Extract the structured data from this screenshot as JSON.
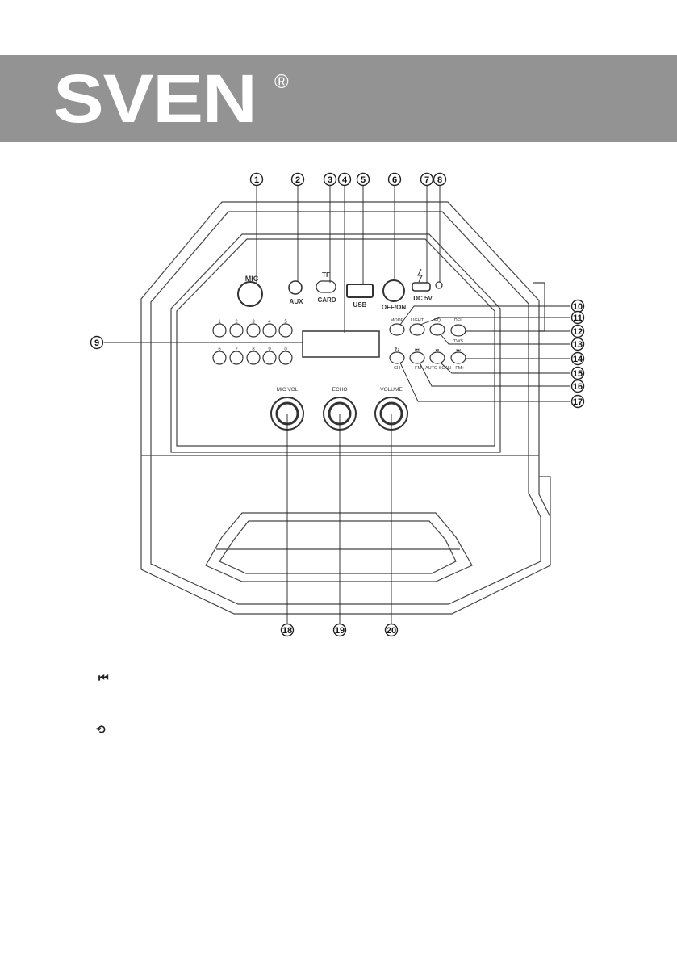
{
  "brand": {
    "name": "SVEN",
    "reg": "®"
  },
  "device": {
    "labels": {
      "mic": "MIC",
      "aux": "AUX",
      "tf": "TF",
      "card": "CARD",
      "usb": "USB",
      "offon": "OFF/ON",
      "dc": "DC 5V",
      "mode": "MODE",
      "light": "LIGHT",
      "eq": "EQ",
      "del": "DEL",
      "tws": "TWS",
      "ch": "CH",
      "fm_minus": "FM-",
      "auto_scan": "AUTO SCAN",
      "fm_plus": "FM+",
      "mic_vol": "MIC VOL",
      "echo": "ECHO",
      "volume": "VOLUME",
      "prev_sym": "⏮",
      "play_sym": "⏯",
      "next_sym": "⏭",
      "repeat_sym": "↻"
    },
    "digits_top": [
      "1",
      "2",
      "3",
      "4",
      "5"
    ],
    "digits_bottom": [
      "6",
      "7",
      "8",
      "9",
      "0"
    ]
  },
  "callouts": [
    "1",
    "2",
    "3",
    "4",
    "5",
    "6",
    "7",
    "8",
    "9",
    "10",
    "11",
    "12",
    "13",
    "14",
    "15",
    "16",
    "17",
    "18",
    "19",
    "20"
  ],
  "legend": {
    "prev_icon": "⏮",
    "repeat_icon": "⟲"
  }
}
